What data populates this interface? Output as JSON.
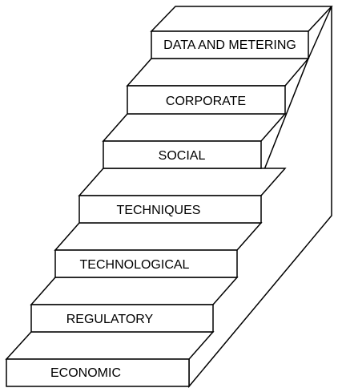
{
  "diagram": {
    "type": "staircase",
    "steps": [
      {
        "label": "ECONOMIC"
      },
      {
        "label": "REGULATORY"
      },
      {
        "label": "TECHNOLOGICAL"
      },
      {
        "label": "TECHNIQUES"
      },
      {
        "label": "SOCIAL"
      },
      {
        "label": "CORPORATE"
      },
      {
        "label": "DATA AND METERING"
      }
    ]
  }
}
